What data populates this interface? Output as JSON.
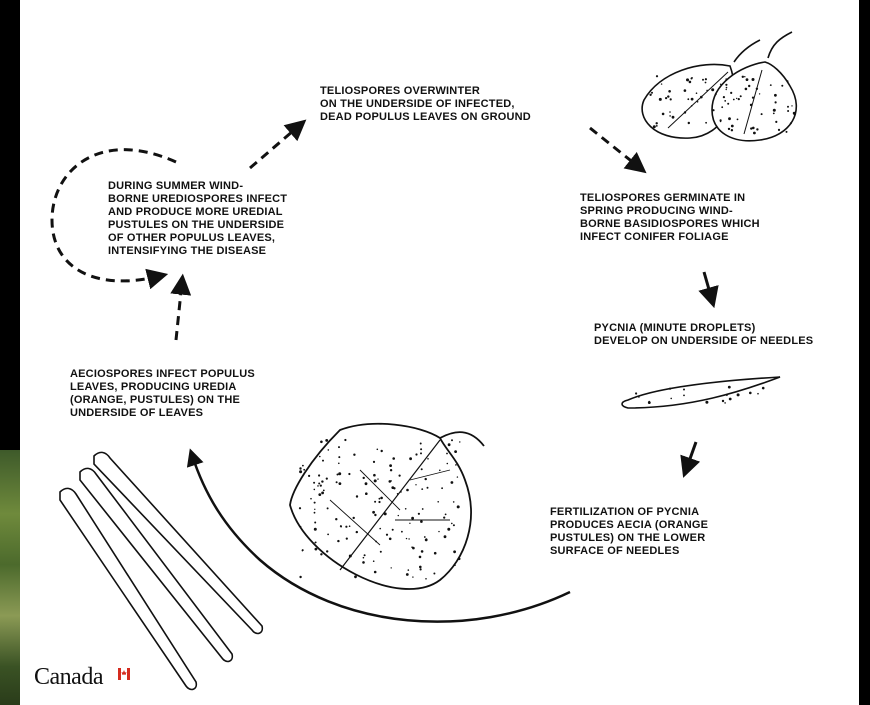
{
  "steps": [
    {
      "id": "overwinter",
      "text": "TELIOSPORES OVERWINTER\nON THE UNDERSIDE OF INFECTED,\nDEAD POPULUS LEAVES ON GROUND"
    },
    {
      "id": "germinate",
      "text": "TELIOSPORES GERMINATE IN\nSPRING PRODUCING WIND-\nBORNE BASIDIOSPORES WHICH\nINFECT CONIFER FOLIAGE"
    },
    {
      "id": "pycnia",
      "text": "PYCNIA (MINUTE DROPLETS)\nDEVELOP ON UNDERSIDE OF NEEDLES"
    },
    {
      "id": "fertilization",
      "text": "FERTILIZATION OF PYCNIA\nPRODUCES AECIA (ORANGE\nPUSTULES) ON THE LOWER\nSURFACE OF NEEDLES"
    },
    {
      "id": "aeciospores",
      "text": "AECIOSPORES INFECT POPULUS\nLEAVES, PRODUCING UREDIA\n(ORANGE, PUSTULES) ON THE\nUNDERSIDE OF LEAVES"
    },
    {
      "id": "summer",
      "text": "DURING SUMMER WIND-\nBORNE UREDIOSPORES INFECT\nAND PRODUCE MORE UREDIAL\nPUSTULES ON THE UNDERSIDE\nOF OTHER POPULUS LEAVES,\nINTENSIFYING THE DISEASE"
    }
  ],
  "logo": {
    "text": "Canada"
  },
  "colors": {
    "ink": "#111111",
    "background": "#ffffff",
    "flag_red": "#d52b1e"
  }
}
